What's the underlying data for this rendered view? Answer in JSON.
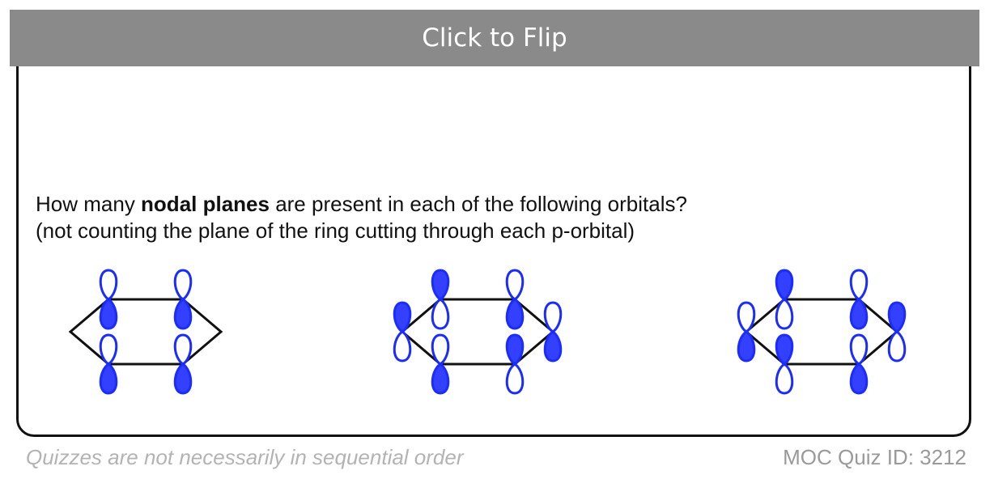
{
  "flip_button": {
    "label": "Click to Flip"
  },
  "question": {
    "prefix": "How many ",
    "bold": "nodal planes",
    "suffix": " are present in each of the following orbitals?",
    "line2": "(not counting the plane of the ring cutting through each p-orbital)"
  },
  "colors": {
    "orbital_stroke": "#1a2cff",
    "orbital_fill": "#3340ff",
    "ring": "#111111",
    "flip_bar": "#8a8a8a"
  },
  "orbital_diagrams": [
    {
      "name": "diagram-1",
      "pattern": [
        0,
        0,
        null,
        0,
        0,
        null
      ]
    },
    {
      "name": "diagram-2",
      "pattern": [
        1,
        0,
        0,
        1,
        0,
        1
      ]
    },
    {
      "name": "diagram-3",
      "pattern": [
        1,
        0,
        1,
        0,
        1,
        0
      ]
    }
  ],
  "footer": {
    "left": "Quizzes are not necessarily in sequential order",
    "right": "MOC Quiz ID: 3212"
  }
}
